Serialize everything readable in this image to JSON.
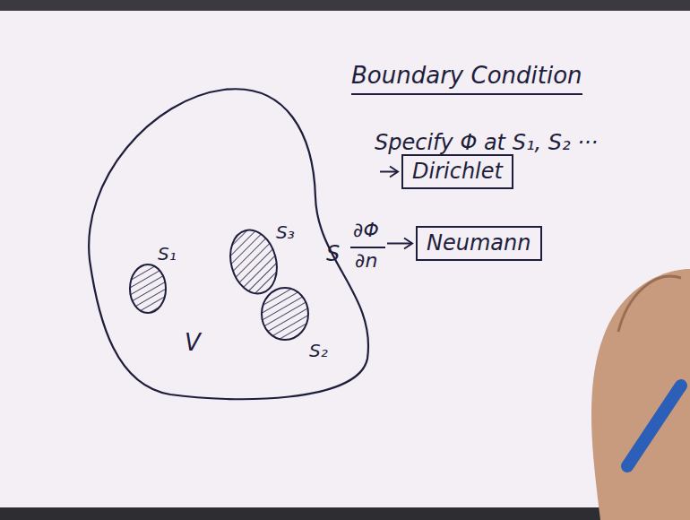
{
  "diagram": {
    "nodes": [
      {
        "text": [
          "Dirichlet"
        ]
      },
      {
        "text": [
          "Neumann"
        ]
      }
    ],
    "labels": [
      "Boundary Condition",
      "Specify Φ at S₁, S₂ ···",
      "∂Φ",
      "∂n",
      "S₁",
      "S₃",
      "S",
      "S₂",
      "V"
    ]
  }
}
